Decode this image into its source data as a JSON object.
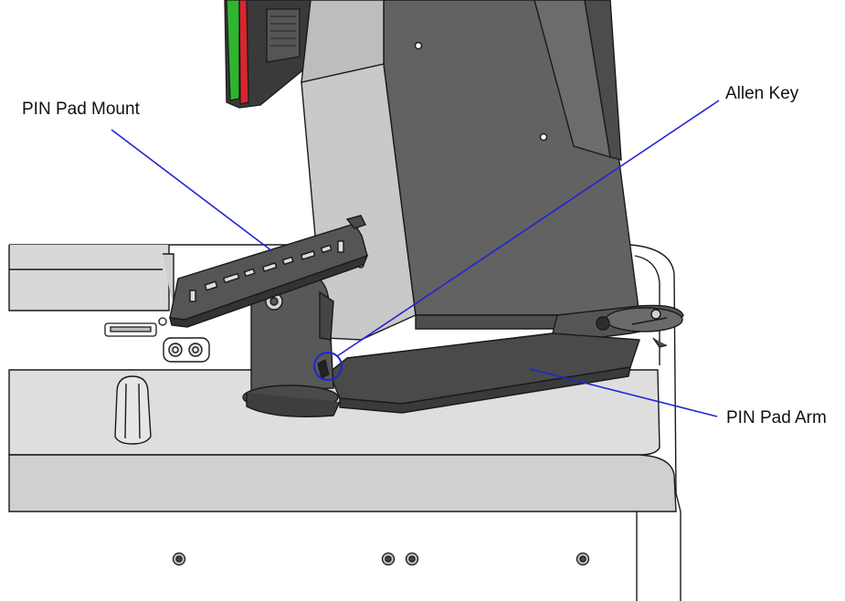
{
  "callouts": {
    "pin_pad_mount": "PIN Pad Mount",
    "allen_key": "Allen Key",
    "pin_pad_arm": "PIN Pad Arm"
  },
  "colors": {
    "callout_line": "#1f25d6",
    "outline": "#1a1a1a",
    "dark_body": "#5f5f5f",
    "darker_body": "#4a4a4a",
    "light_body": "#c9c9c9",
    "counter_face": "#dcdcdc",
    "screen_green": "#2fb52f",
    "screen_red": "#d8262c"
  }
}
